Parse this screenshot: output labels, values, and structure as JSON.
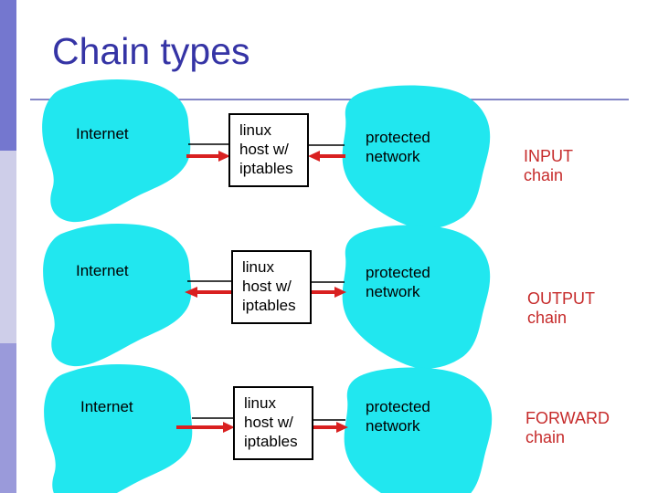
{
  "title": "Chain types",
  "colors": {
    "title_text": "#3534a5",
    "divider": "#8486c6",
    "blob_fill": "#21e7ef",
    "arrow_red": "#d92020",
    "chain_label_red": "#c62b2b",
    "box_border": "#000000",
    "sidebar_top": "#7477cf",
    "sidebar_middle": "#cecee9",
    "sidebar_bottom": "#9a9ada"
  },
  "diagram": {
    "rows": [
      {
        "name": "input",
        "source_label": "Internet",
        "host_lines": [
          "linux",
          "host w/",
          "iptables"
        ],
        "network_lines": [
          "protected",
          "network"
        ],
        "chain_lines": [
          "INPUT",
          "chain"
        ],
        "left_arrow_direction": "internet-to-host",
        "right_arrow_direction": "network-to-host"
      },
      {
        "name": "output",
        "source_label": "Internet",
        "host_lines": [
          "linux",
          "host w/",
          "iptables"
        ],
        "network_lines": [
          "protected",
          "network"
        ],
        "chain_lines": [
          "OUTPUT",
          "chain"
        ],
        "left_arrow_direction": "host-to-internet",
        "right_arrow_direction": "host-to-network"
      },
      {
        "name": "forward",
        "source_label": "Internet",
        "host_lines": [
          "linux",
          "host w/",
          "iptables"
        ],
        "network_lines": [
          "protected",
          "network"
        ],
        "chain_lines": [
          "FORWARD",
          "chain"
        ],
        "left_arrow_direction": "internet-to-host",
        "right_arrow_direction": "host-to-network"
      }
    ]
  }
}
